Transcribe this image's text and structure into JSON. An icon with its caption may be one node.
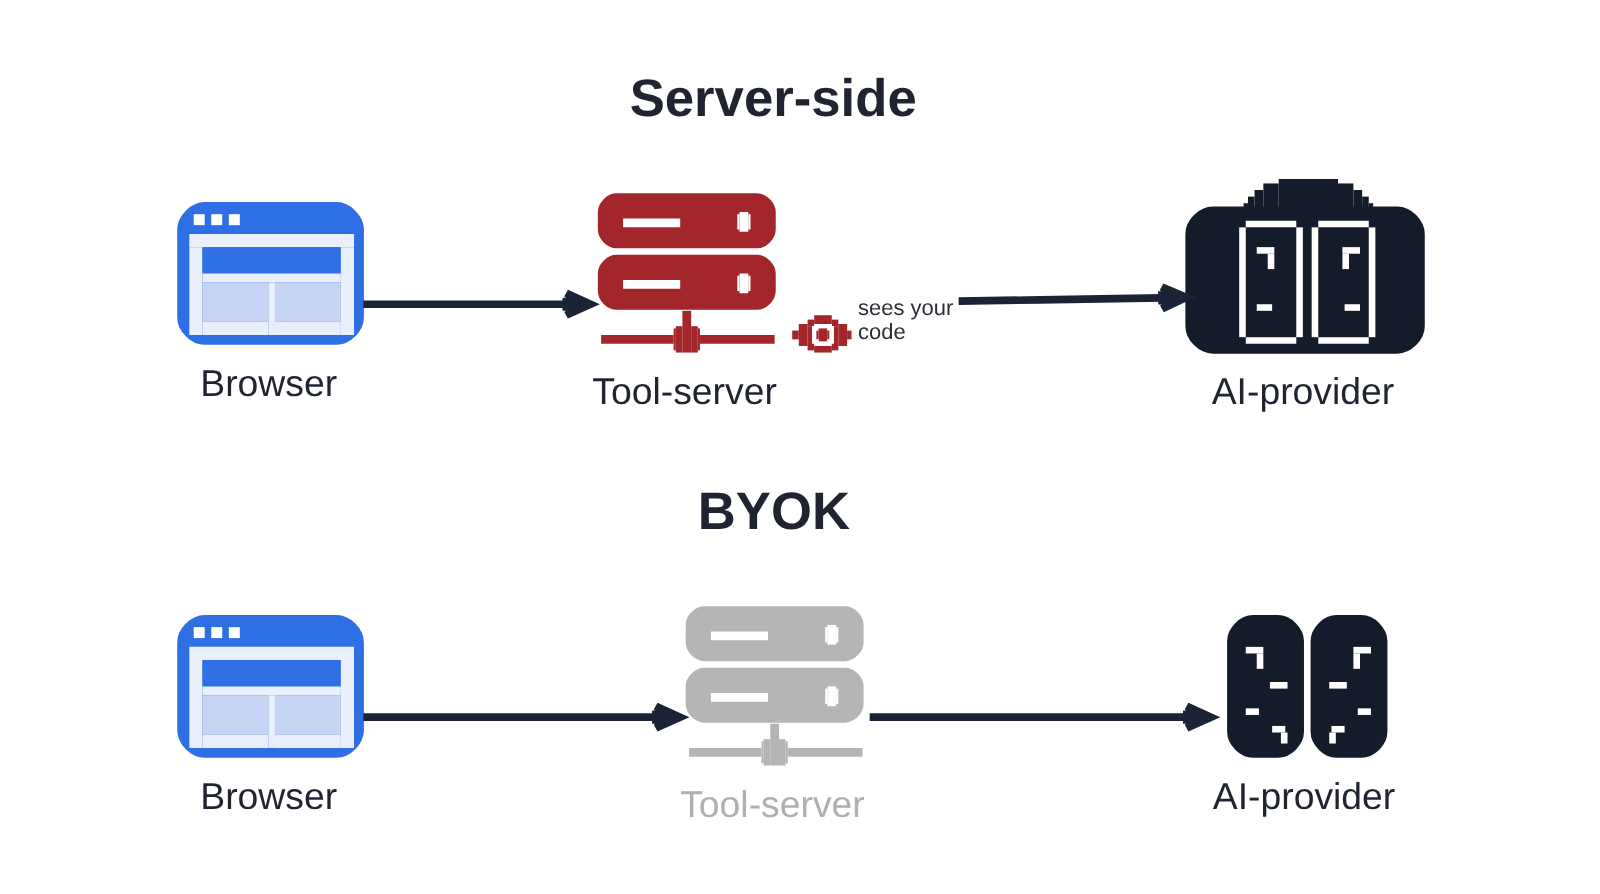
{
  "diagram": {
    "nodes": [
      {
        "text": [
          "Browser"
        ]
      },
      {
        "text": [
          "Tool-server"
        ],
        "beside": [
          "sees your code"
        ]
      },
      {
        "text": [
          "AI-provider"
        ]
      },
      {
        "text": [
          "Browser"
        ]
      },
      {
        "text": [
          "Tool-server"
        ]
      },
      {
        "text": [
          "AI-provider"
        ]
      }
    ],
    "edges": [
      {
        "from": 0,
        "to": 1,
        "arrow": "to"
      },
      {
        "from": 1,
        "to": 2,
        "arrow": "to"
      },
      {
        "from": 3,
        "to": 4,
        "arrow": "to"
      },
      {
        "from": 4,
        "to": 5,
        "arrow": "to"
      }
    ],
    "labels": [
      "Server-side",
      "BYOK"
    ]
  }
}
